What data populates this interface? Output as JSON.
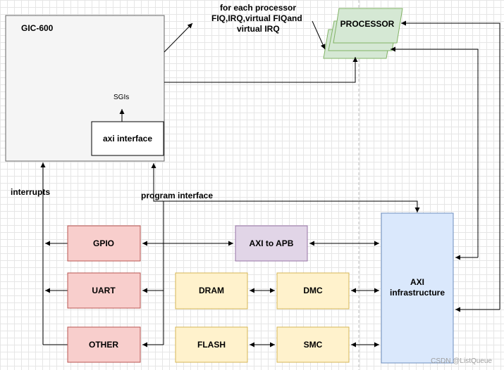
{
  "colors": {
    "gic_fill": "#f5f5f5",
    "processor_fill": "#d5e8d4",
    "processor_stroke": "#82b366",
    "pink_fill": "#f8cecc",
    "pink_stroke": "#b85450",
    "purple_fill": "#e1d5e7",
    "purple_stroke": "#9673a6",
    "yellow_fill": "#fff2cc",
    "yellow_stroke": "#d6b656",
    "blue_fill": "#dae8fc",
    "blue_stroke": "#6c8ebf"
  },
  "nodes": {
    "gic": "GIC-600",
    "sgis": "SGIs",
    "axi_interface": "axi interface",
    "processor": "PROCESSOR",
    "gpio": "GPIO",
    "uart": "UART",
    "other": "OTHER",
    "axi_to_apb": "AXI to APB",
    "dram": "DRAM",
    "dmc": "DMC",
    "flash": "FLASH",
    "smc": "SMC",
    "axi_infra_line1": "AXI",
    "axi_infra_line2": "infrastructure"
  },
  "labels": {
    "processor_note_line1": "for each processor",
    "processor_note_line2": "FIQ,IRQ,virtual FIQand",
    "processor_note_line3": "virtual IRQ",
    "interrupts": "interrupts",
    "program_interface": "program interface"
  },
  "watermark": "CSDN @ListQueue"
}
